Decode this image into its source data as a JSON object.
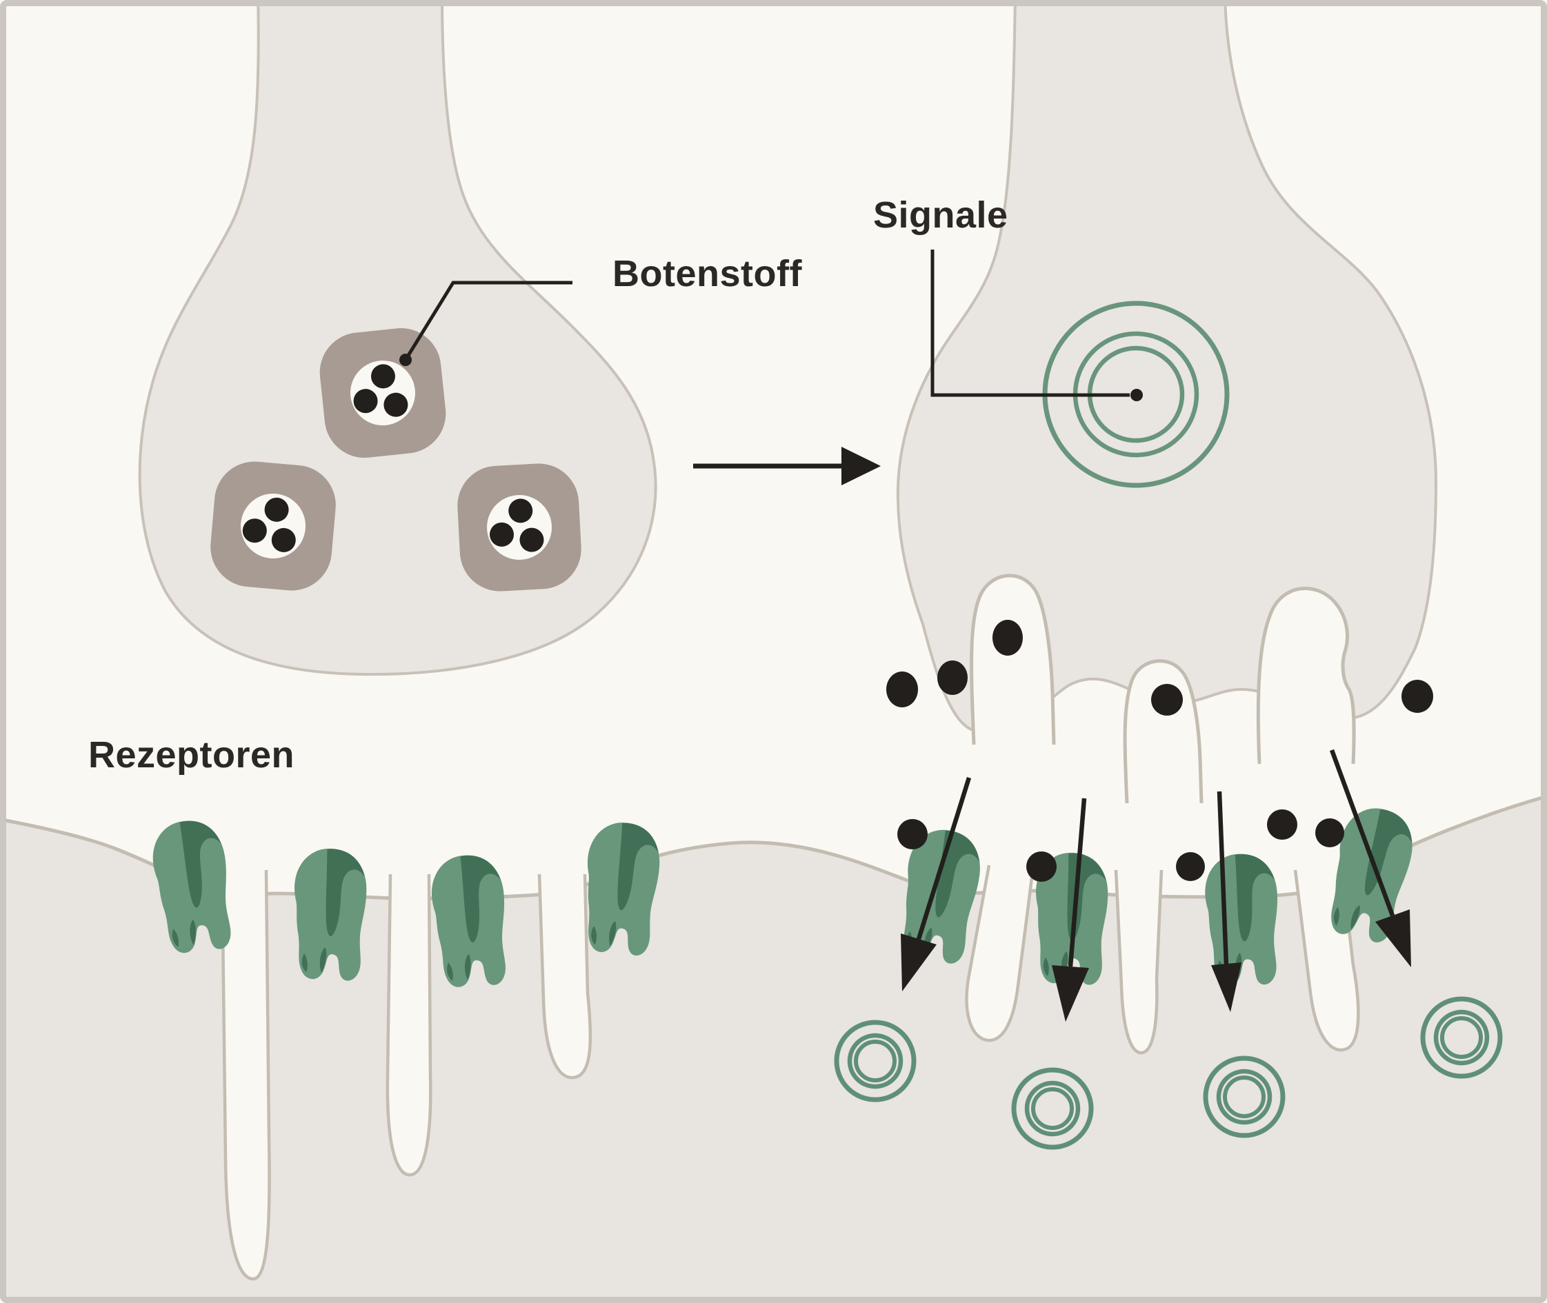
{
  "labels": {
    "botenstoff": "Botenstoff",
    "signale": "Signale",
    "rezeptoren": "Rezeptoren"
  },
  "colors": {
    "background": "#faf8f2",
    "border": "#cbc6c0",
    "terminal_fill": "#e9e5e0",
    "terminal_stroke": "#c8c1b8",
    "membrane_fill": "#e8e4df",
    "membrane_stroke": "#c3bcb1",
    "vesicle": "#a79b93",
    "neurotransmitter": "#221f1c",
    "receptor": "#68977c",
    "receptor_shade": "#417057",
    "signal_ring": "#68957b",
    "spiral": "#5f9077",
    "text": "#2b2826"
  },
  "left_synapse": {
    "vesicle_count": 3,
    "molecules_per_vesicle": 3,
    "receptor_count": 4
  },
  "right_synapse": {
    "signal_ring_count": 3,
    "free_molecule_count": 6,
    "bound_molecule_count": 4,
    "receptor_count": 4,
    "diffusion_arrow_count": 4,
    "response_spiral_count": 4,
    "release_site_count": 3
  }
}
